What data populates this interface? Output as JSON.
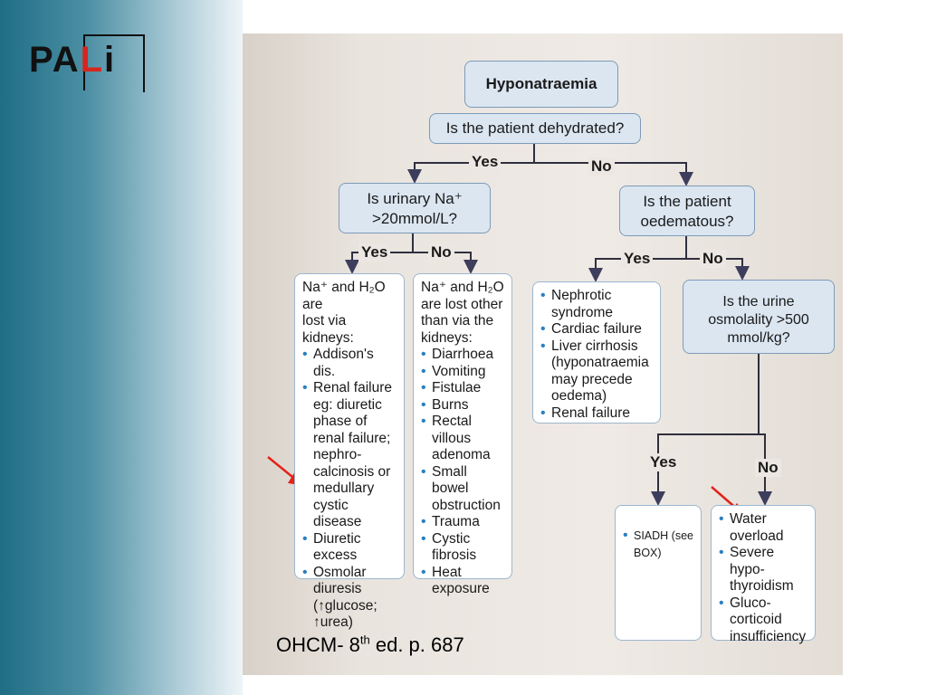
{
  "logo": {
    "text_1": "PA",
    "text_2": "L",
    "text_3": "i"
  },
  "flowchart": {
    "title": "Hyponatraemia",
    "q_dehydrated": "Is the patient dehydrated?",
    "yes": "Yes",
    "no": "No",
    "q_urinary": [
      "Is urinary Na⁺",
      ">20mmol/L?"
    ],
    "q_oedematous": [
      "Is the patient",
      "oedematous?"
    ],
    "q_osmolality": [
      "Is the urine",
      "osmolality >500",
      "mmol/kg?"
    ],
    "kidney_box": {
      "heading": [
        "Na⁺ and H₂O are",
        "lost via kidneys:"
      ],
      "items": [
        "Addison's dis.",
        "Renal failure eg: diuretic phase of renal failure; nephro-calcinosis or medullary cystic disease",
        "Diuretic excess",
        "Osmolar diuresis (↑glucose; ↑urea)"
      ]
    },
    "other_box": {
      "heading": [
        "Na⁺ and H₂O",
        "are lost other",
        "than via the",
        "kidneys:"
      ],
      "items": [
        "Diarrhoea",
        "Vomiting",
        "Fistulae",
        "Burns",
        "Rectal villous adenoma",
        "Small bowel obstruction",
        "Trauma",
        "Cystic fibrosis",
        "Heat exposure"
      ]
    },
    "oedema_box": {
      "items": [
        "Nephrotic syndrome",
        "Cardiac failure",
        "Liver cirrhosis (hyponatraemia may precede oedema)",
        "Renal failure"
      ]
    },
    "siadh_box": {
      "items": [
        "SIADH (see BOX)"
      ]
    },
    "water_box": {
      "items": [
        "Water overload",
        "Severe hypo-thyroidism",
        "Gluco-corticoid insufficiency"
      ]
    }
  },
  "caption": {
    "pre": "OHCM- 8",
    "sup": "th",
    "post": " ed. p. 687"
  },
  "colors": {
    "arrow": "#e32219",
    "box_border": "#9cb7cf",
    "question_fill": "#dbe6f1",
    "bullet": "#2a7fc0"
  }
}
